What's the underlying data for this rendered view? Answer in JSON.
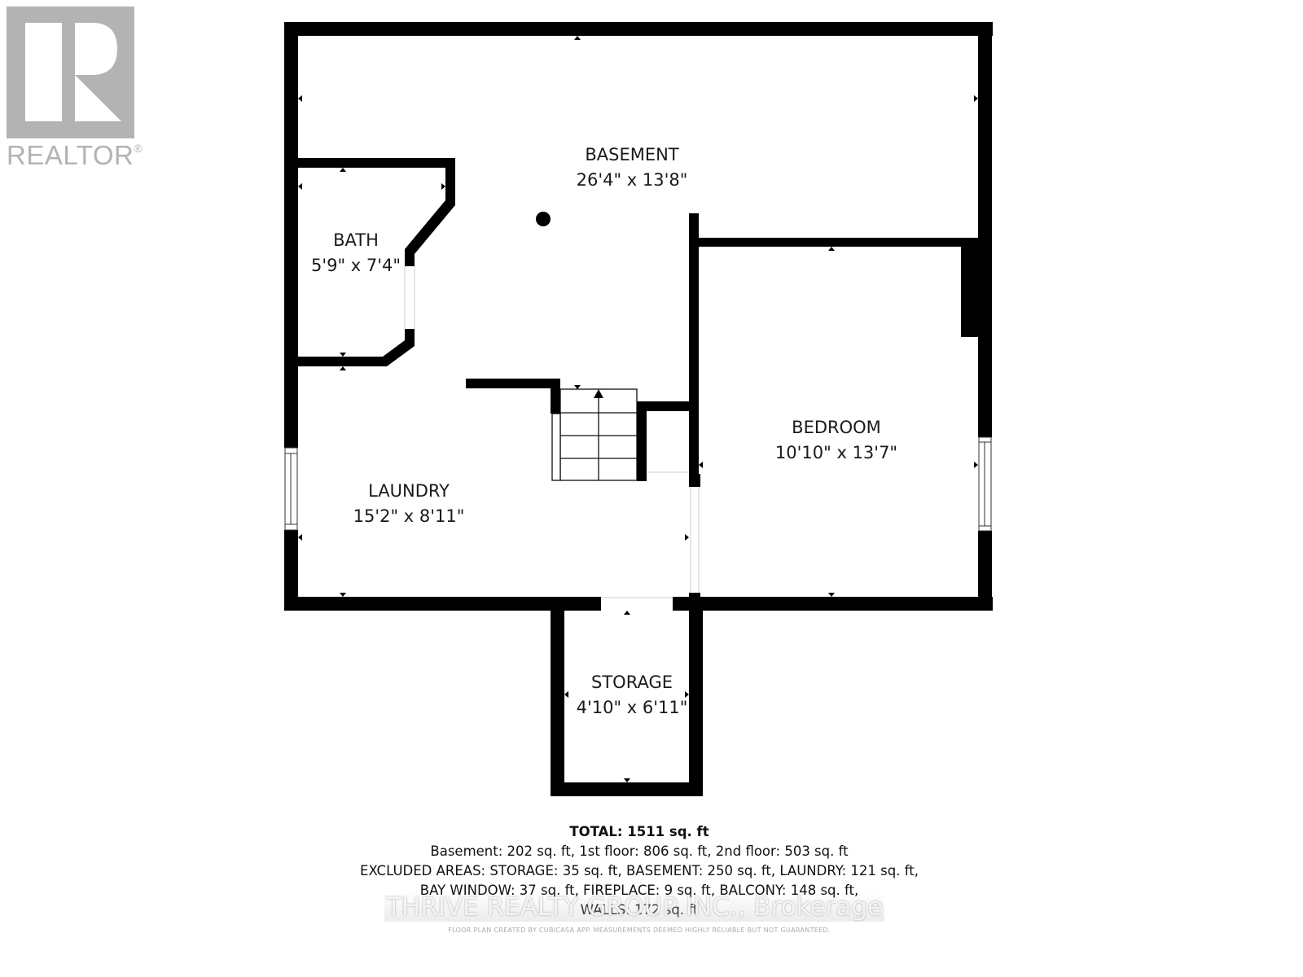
{
  "logo": {
    "brand": "REALTOR",
    "registered": "®",
    "color": "#b3b3b3"
  },
  "rooms": [
    {
      "id": "basement",
      "name": "BASEMENT",
      "dimensions": "26'4\" x 13'8\""
    },
    {
      "id": "bath",
      "name": "BATH",
      "dimensions": "5'9\" x 7'4\""
    },
    {
      "id": "bedroom",
      "name": "BEDROOM",
      "dimensions": "10'10\" x 13'7\""
    },
    {
      "id": "laundry",
      "name": "LAUNDRY",
      "dimensions": "15'2\" x 8'11\""
    },
    {
      "id": "storage",
      "name": "STORAGE",
      "dimensions": "4'10\" x 6'11\""
    }
  ],
  "summary": {
    "total": "TOTAL: 1511 sq. ft",
    "line1": "Basement: 202 sq. ft, 1st floor: 806 sq. ft, 2nd floor: 503 sq. ft",
    "line2": "EXCLUDED AREAS: STORAGE: 35 sq. ft, BASEMENT: 250 sq. ft, LAUNDRY: 121 sq. ft,",
    "line3": "BAY WINDOW: 37 sq. ft, FIREPLACE: 9 sq. ft, BALCONY: 148 sq. ft,",
    "line4": "WALLS: 172 sq. ft"
  },
  "watermark": "THRIVE REALTY GROUP INC., Brokerage",
  "disclaimer": "FLOOR PLAN CREATED BY CUBICASA APP. MEASUREMENTS DEEMED HIGHLY RELIABLE BUT NOT GUARANTEED.",
  "colors": {
    "wall": "#000000",
    "background": "#ffffff",
    "text": "#1a1a1a"
  }
}
